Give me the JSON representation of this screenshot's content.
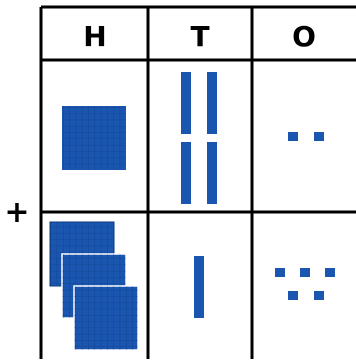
{
  "headers": {
    "hundreds": "H",
    "tens": "T",
    "ones": "O"
  },
  "operator": "+",
  "colors": {
    "block": "#1a56b0",
    "block_line": "#0c3a80",
    "grid": "#000000",
    "background": "#ffffff"
  },
  "rows": [
    {
      "hundreds": 1,
      "tens": 4,
      "ones": 2
    },
    {
      "hundreds": 3,
      "tens": 1,
      "ones": 5
    }
  ]
}
